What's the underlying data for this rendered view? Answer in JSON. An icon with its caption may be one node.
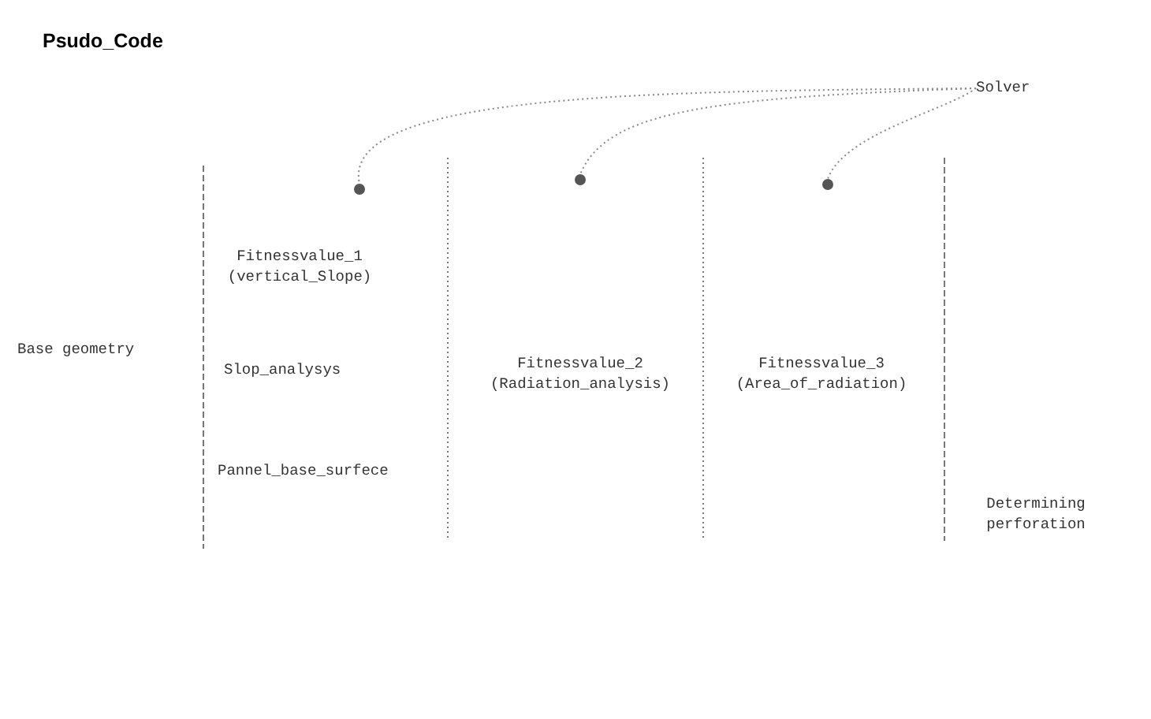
{
  "diagram": {
    "title": "Psudo_Code",
    "nodes": [
      {
        "text": [
          "Solver"
        ]
      },
      {
        "text": [],
        "shape": "circle"
      },
      {
        "text": [],
        "shape": "circle"
      },
      {
        "text": [],
        "shape": "circle"
      }
    ],
    "edges": [
      {
        "from": 0,
        "to": 1,
        "arrow": "none"
      },
      {
        "from": 0,
        "to": 2,
        "arrow": "none"
      },
      {
        "from": 0,
        "to": 3,
        "arrow": "none"
      }
    ],
    "labels": [
      "Fitnessvalue_1 (vertical_Slope)",
      "Base geometry",
      "Slop_analysys",
      "Fitnessvalue_2 (Radiation_analysis)",
      "Fitnessvalue_3 (Area_of_radiation)",
      "Pannel_base_surfece",
      "Determining perforation"
    ]
  }
}
